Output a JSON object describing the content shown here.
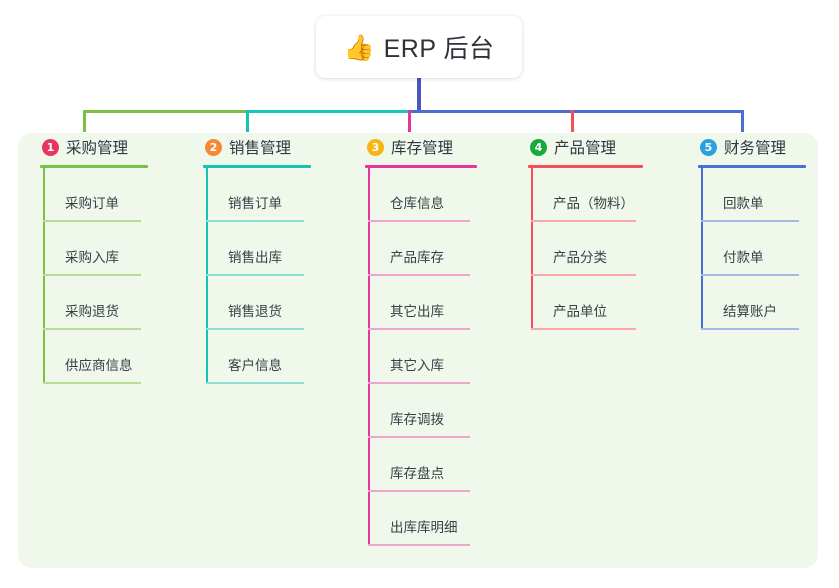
{
  "root": {
    "icon": "thumbs-up-emoji",
    "icon_glyph": "👍",
    "title": "ERP 后台"
  },
  "theme": {
    "page_background": "#ffffff",
    "panel_background": "#eff8ea",
    "trunk_color": "#4a55c0",
    "text_color": "#3b3e47"
  },
  "columns": [
    {
      "index": "1",
      "badge_color": "#e8365d",
      "line_color": "#7bc043",
      "sub_line_color": "#b9dd93",
      "title": "采购管理",
      "items": [
        "采购订单",
        "采购入库",
        "采购退货",
        "供应商信息"
      ]
    },
    {
      "index": "2",
      "badge_color": "#f58a34",
      "line_color": "#14c4b4",
      "sub_line_color": "#8fdcd6",
      "title": "销售管理",
      "items": [
        "销售订单",
        "销售出库",
        "销售退货",
        "客户信息"
      ]
    },
    {
      "index": "3",
      "badge_color": "#f6b515",
      "line_color": "#e8359c",
      "sub_line_color": "#f0a5cf",
      "title": "库存管理",
      "items": [
        "仓库信息",
        "产品库存",
        "其它出库",
        "其它入库",
        "库存调拨",
        "库存盘点",
        "出库库明细"
      ]
    },
    {
      "index": "4",
      "badge_color": "#18ab3c",
      "line_color": "#f74f57",
      "sub_line_color": "#f9a7a9",
      "title": "产品管理",
      "items": [
        "产品（物料）",
        "产品分类",
        "产品单位"
      ]
    },
    {
      "index": "5",
      "badge_color": "#2aa2dd",
      "line_color": "#4a6fd0",
      "sub_line_color": "#a4b8e8",
      "title": "财务管理",
      "items": [
        "回款单",
        "付款单",
        "结算账户"
      ]
    }
  ]
}
